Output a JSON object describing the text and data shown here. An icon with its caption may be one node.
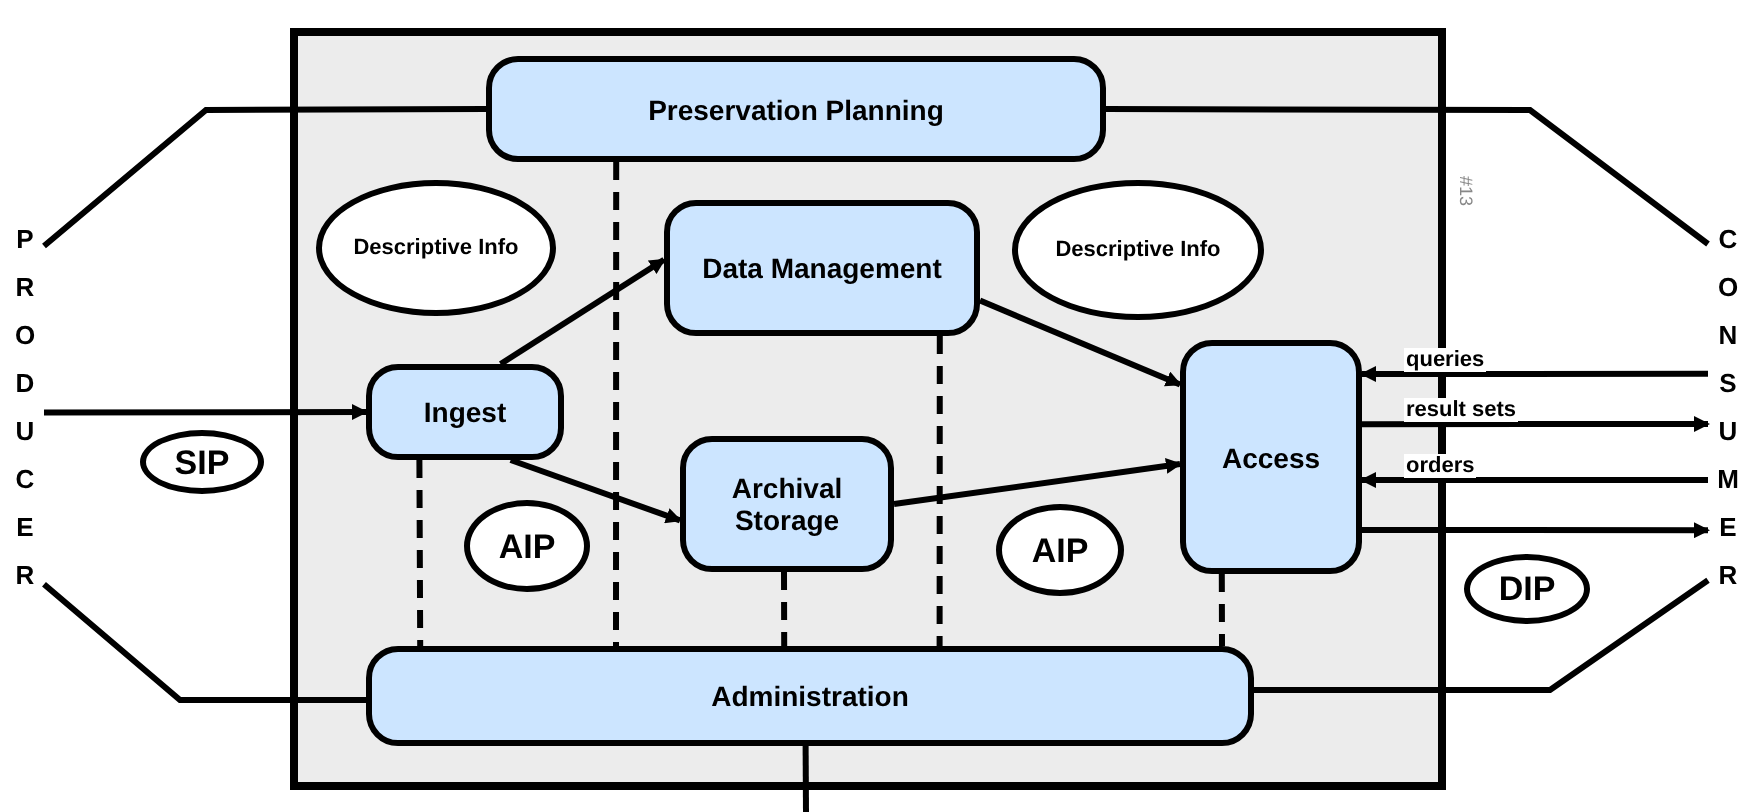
{
  "diagram": {
    "nodes": [
      {
        "text": [],
        "shape": "box"
      },
      {
        "text": [
          "Preservation Planning"
        ],
        "in": 0
      },
      {
        "text": [
          "Descriptive Info"
        ],
        "in": 0
      },
      {
        "text": [
          "Data Management"
        ],
        "in": 0
      },
      {
        "text": [
          "Descriptive Info"
        ],
        "in": 0
      },
      {
        "text": [
          "Ingest"
        ],
        "in": 0
      },
      {
        "text": [
          "Access"
        ],
        "in": 0
      },
      {
        "text": [
          "Archival Storage"
        ],
        "in": 0
      },
      {
        "text": [
          "AIP"
        ],
        "in": 0
      },
      {
        "text": [
          "AIP"
        ],
        "in": 0
      },
      {
        "text": [
          "Administration"
        ],
        "in": 0
      },
      {
        "text": [
          "PRODUCER"
        ]
      },
      {
        "text": [
          "SIP"
        ]
      },
      {
        "text": [
          "CONSUMER"
        ]
      },
      {
        "text": [
          "DIP"
        ]
      }
    ],
    "edges": [
      {
        "from": 11,
        "to": 5,
        "arrow": "to"
      },
      {
        "from": 5,
        "to": 3,
        "arrow": "to"
      },
      {
        "from": 5,
        "to": 7,
        "arrow": "to"
      },
      {
        "from": 3,
        "to": 6,
        "arrow": "to"
      },
      {
        "from": 7,
        "to": 6,
        "arrow": "to"
      },
      {
        "from": 13,
        "to": 6,
        "arrow": "to",
        "label": "queries"
      },
      {
        "from": 6,
        "to": 13,
        "arrow": "to",
        "label": "result sets"
      },
      {
        "from": 13,
        "to": 6,
        "arrow": "to",
        "label": "orders"
      },
      {
        "from": 6,
        "to": 13,
        "arrow": "to"
      },
      {
        "from": 11,
        "to": 1,
        "arrow": "none"
      },
      {
        "from": 11,
        "to": 10,
        "arrow": "none"
      },
      {
        "from": 1,
        "to": 13,
        "arrow": "none"
      },
      {
        "from": 10,
        "to": 13,
        "arrow": "none"
      },
      {
        "from": 1,
        "to": 10,
        "arrow": "none",
        "style": "dashed"
      },
      {
        "from": 5,
        "to": 10,
        "arrow": "none",
        "style": "dashed"
      },
      {
        "from": 3,
        "to": 10,
        "arrow": "none",
        "style": "dashed"
      },
      {
        "from": 7,
        "to": 10,
        "arrow": "none",
        "style": "dashed"
      },
      {
        "from": 6,
        "to": 10,
        "arrow": "none",
        "style": "dashed"
      },
      {
        "from": 10,
        "to": null,
        "arrow": "none"
      }
    ],
    "labels": [
      "#13"
    ]
  }
}
